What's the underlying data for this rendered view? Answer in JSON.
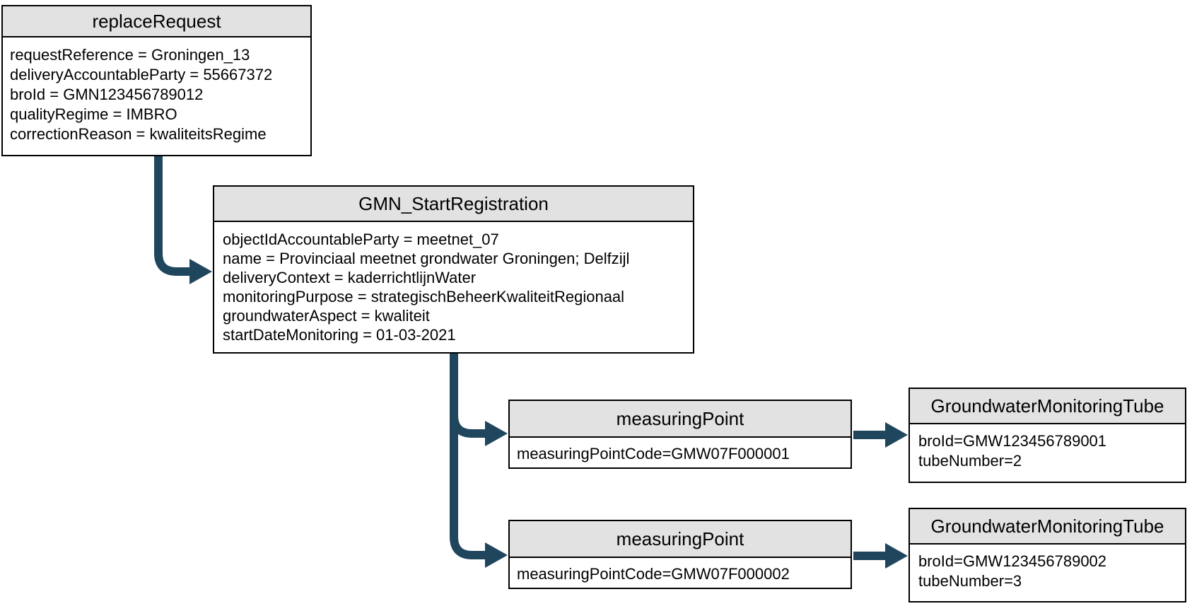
{
  "diagram": {
    "background": "#FFFFFF",
    "arrow_color": "#20465E",
    "header_fill": "#E2E2E2",
    "border_color": "#000000",
    "text_color": "#000000"
  },
  "nodes": {
    "replace_request": {
      "title": "replaceRequest",
      "lines": [
        "requestReference = Groningen_13",
        "deliveryAccountableParty = 55667372",
        "broId = GMN123456789012",
        "qualityRegime = IMBRO",
        "correctionReason = kwaliteitsRegime"
      ]
    },
    "gmn_start_registration": {
      "title": "GMN_StartRegistration",
      "lines": [
        "objectIdAccountableParty = meetnet_07",
        "name = Provinciaal meetnet grondwater Groningen; Delfzijl",
        "deliveryContext = kaderrichtlijnWater",
        "monitoringPurpose = strategischBeheerKwaliteitRegionaal",
        "groundwaterAspect = kwaliteit",
        "startDateMonitoring = 01-03-2021"
      ]
    },
    "measuring_point_1": {
      "title": "measuringPoint",
      "lines": [
        "measuringPointCode=GMW07F000001"
      ]
    },
    "groundwater_monitoring_tube_1": {
      "title": "GroundwaterMonitoringTube",
      "lines": [
        "broId=GMW123456789001",
        "tubeNumber=2"
      ]
    },
    "measuring_point_2": {
      "title": "measuringPoint",
      "lines": [
        "measuringPointCode=GMW07F000002"
      ]
    },
    "groundwater_monitoring_tube_2": {
      "title": "GroundwaterMonitoringTube",
      "lines": [
        "broId=GMW123456789002",
        "tubeNumber=3"
      ]
    }
  }
}
